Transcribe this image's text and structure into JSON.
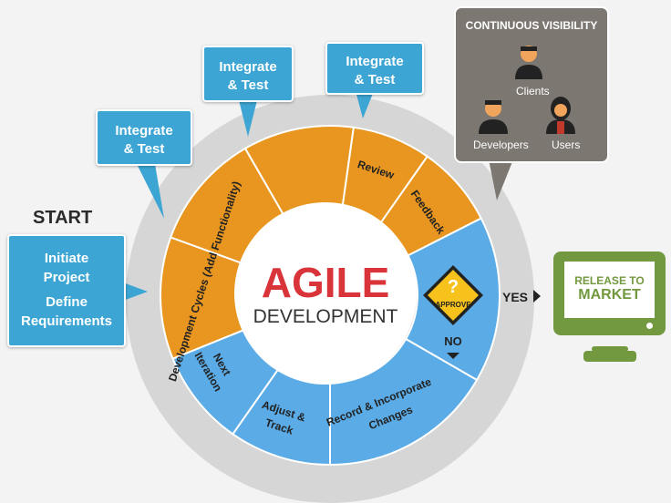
{
  "center": {
    "title": "AGILE",
    "subtitle": "DEVELOPMENT"
  },
  "start_label": "START",
  "start_box": {
    "line1": "Initiate",
    "line2": "Project",
    "line3": "Define",
    "line4": "Requirements"
  },
  "callouts": [
    {
      "line1": "Integrate",
      "line2": "& Test"
    },
    {
      "line1": "Integrate",
      "line2": "& Test"
    },
    {
      "line1": "Integrate",
      "line2": "& Test"
    }
  ],
  "segments": {
    "dev_cycles": "Development Cycles (Add Functionality)",
    "review": "Review",
    "feedback": "Feedback",
    "next_iteration": [
      "Next",
      "Iteration"
    ],
    "adjust_track": [
      "Adjust &",
      "Track"
    ],
    "record": [
      "Record & Incorporate",
      "Changes"
    ]
  },
  "approve": {
    "label": "APPROVE",
    "symbol": "?",
    "yes": "YES",
    "no": "NO"
  },
  "visibility": {
    "title": "CONTINUOUS VISIBILITY",
    "people": [
      "Clients",
      "Developers",
      "Users"
    ]
  },
  "release": {
    "line1": "RELEASE TO",
    "line2": "MARKET"
  },
  "colors": {
    "orange": "#e8961f",
    "blue": "#5aabe6",
    "callout": "#3da5d3",
    "gray_box": "#7d7772",
    "green": "#72993f",
    "red": "#d9343a"
  }
}
